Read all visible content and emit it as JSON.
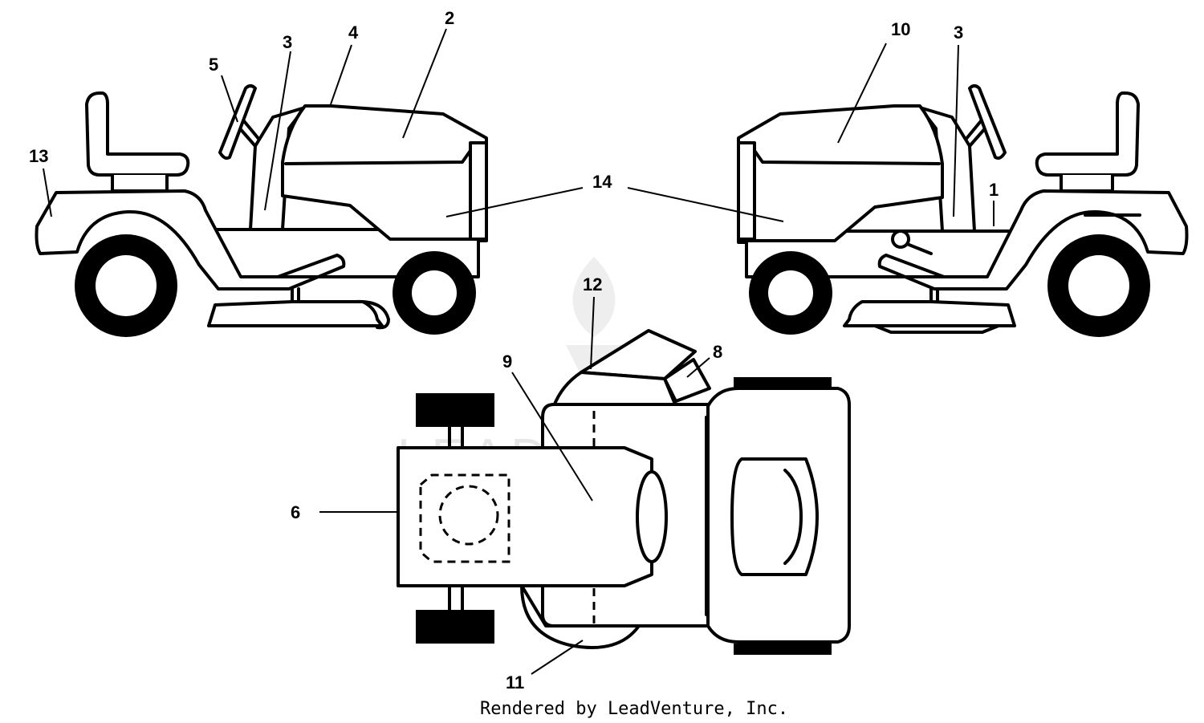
{
  "callouts": {
    "c1": "1",
    "c2": "2",
    "c3a": "3",
    "c3b": "3",
    "c4": "4",
    "c5": "5",
    "c6": "6",
    "c8": "8",
    "c9": "9",
    "c10": "10",
    "c11": "11",
    "c12": "12",
    "c13": "13",
    "c14": "14"
  },
  "watermark": "LEADVENTURE",
  "credit": "Rendered by LeadVenture, Inc.",
  "colors": {
    "line": "#000000",
    "background": "#ffffff",
    "watermark": "#e6e6e6"
  }
}
